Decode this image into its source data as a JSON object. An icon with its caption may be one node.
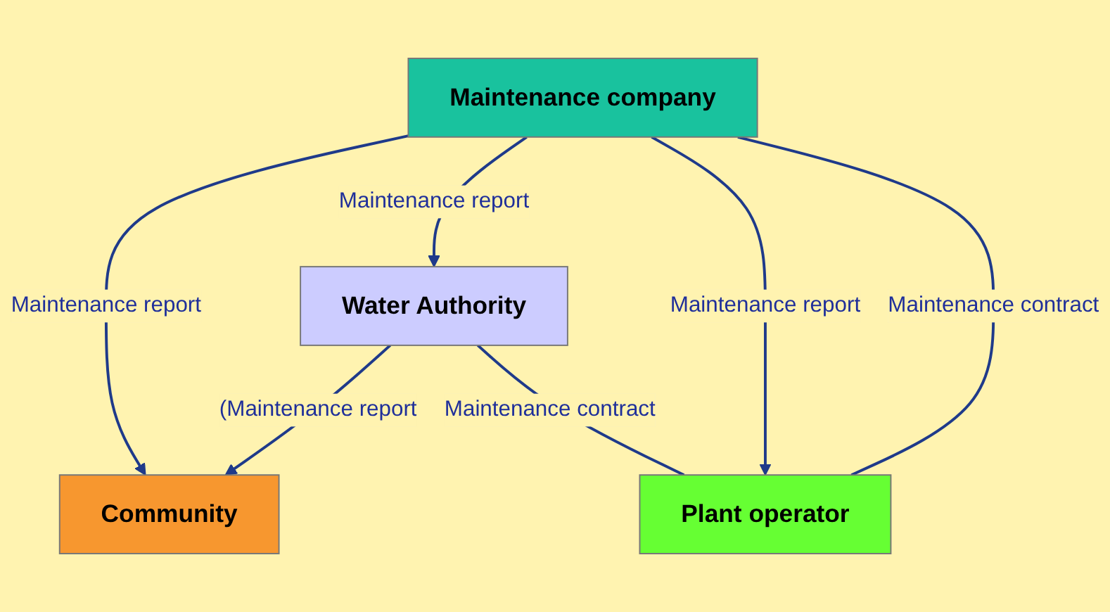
{
  "diagram": {
    "nodes": [
      {
        "text": [
          "Maintenance company"
        ]
      },
      {
        "text": [
          "Community"
        ]
      },
      {
        "text": [
          "Plant operator"
        ]
      },
      {
        "text": [
          "Water Authority"
        ]
      }
    ],
    "edges": [
      {
        "from": 0,
        "to": 1,
        "arrow": "to",
        "label": "Maintenance report"
      },
      {
        "from": 0,
        "to": 3,
        "arrow": "to",
        "label": "Maintenance report"
      },
      {
        "from": 0,
        "to": 2,
        "arrow": "to",
        "label": "Maintenance report"
      },
      {
        "from": 0,
        "to": 2,
        "arrow": "none",
        "label": "Maintenance contract"
      },
      {
        "from": 3,
        "to": 1,
        "arrow": "to",
        "label": "(Maintenance report"
      },
      {
        "from": 3,
        "to": 2,
        "arrow": "none",
        "label": "Maintenance contract"
      }
    ]
  }
}
